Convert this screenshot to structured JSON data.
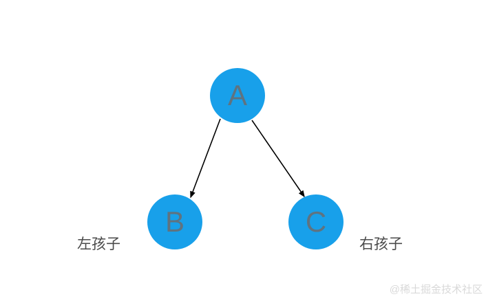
{
  "diagram": {
    "type": "binary-tree",
    "nodes": [
      {
        "id": "A",
        "label": "A",
        "role": "root"
      },
      {
        "id": "B",
        "label": "B",
        "role": "left-child"
      },
      {
        "id": "C",
        "label": "C",
        "role": "right-child"
      }
    ],
    "edges": [
      {
        "from": "A",
        "to": "B",
        "caption": "左孩子"
      },
      {
        "from": "A",
        "to": "C",
        "caption": "右孩子"
      }
    ],
    "colors": {
      "node_fill": "#18a0ea",
      "node_text": "#5f7380",
      "edge_line": "#000000",
      "caption_text": "#4a4a4a",
      "watermark_text": "#d9d9d9",
      "background": "#ffffff"
    }
  },
  "watermark": "@稀土掘金技术社区"
}
